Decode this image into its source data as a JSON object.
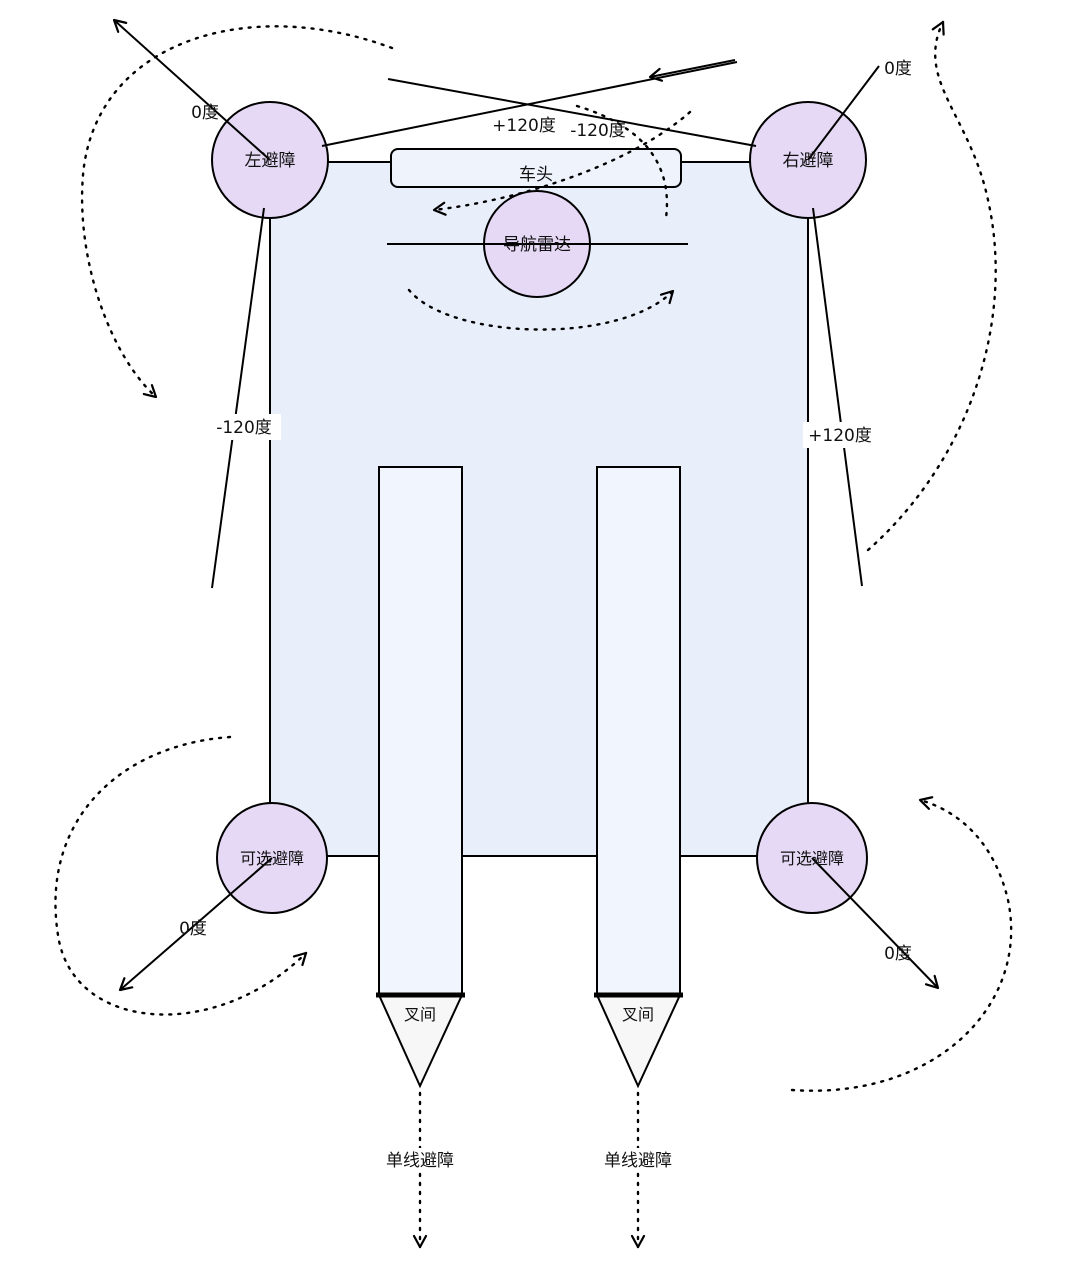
{
  "colors": {
    "body_fill": "#e9eefb",
    "fork_fill": "#f1f5fd",
    "head_fill": "#eef3fc",
    "sensor_fill": "#e6d9f6",
    "tip_fill": "#f7f7f7",
    "stroke": "#000000"
  },
  "labels": {
    "vehicle_head": "车头",
    "nav_radar": "导航雷达",
    "left_sensor": "左避障",
    "right_sensor": "右避障",
    "optional_sensor_left": "可选避障",
    "optional_sensor_right": "可选避障",
    "fork_tip_left": "叉间",
    "fork_tip_right": "叉间",
    "single_line_left": "单线避障",
    "single_line_right": "单线避障"
  },
  "angles": {
    "top_left_zero": "0度",
    "top_right_zero": "0度",
    "top_plus_120": "+120度",
    "top_minus_120": "-120度",
    "left_minus_120": "-120度",
    "right_plus_120": "+120度",
    "bottom_left_zero": "0度",
    "bottom_right_zero": "0度"
  }
}
